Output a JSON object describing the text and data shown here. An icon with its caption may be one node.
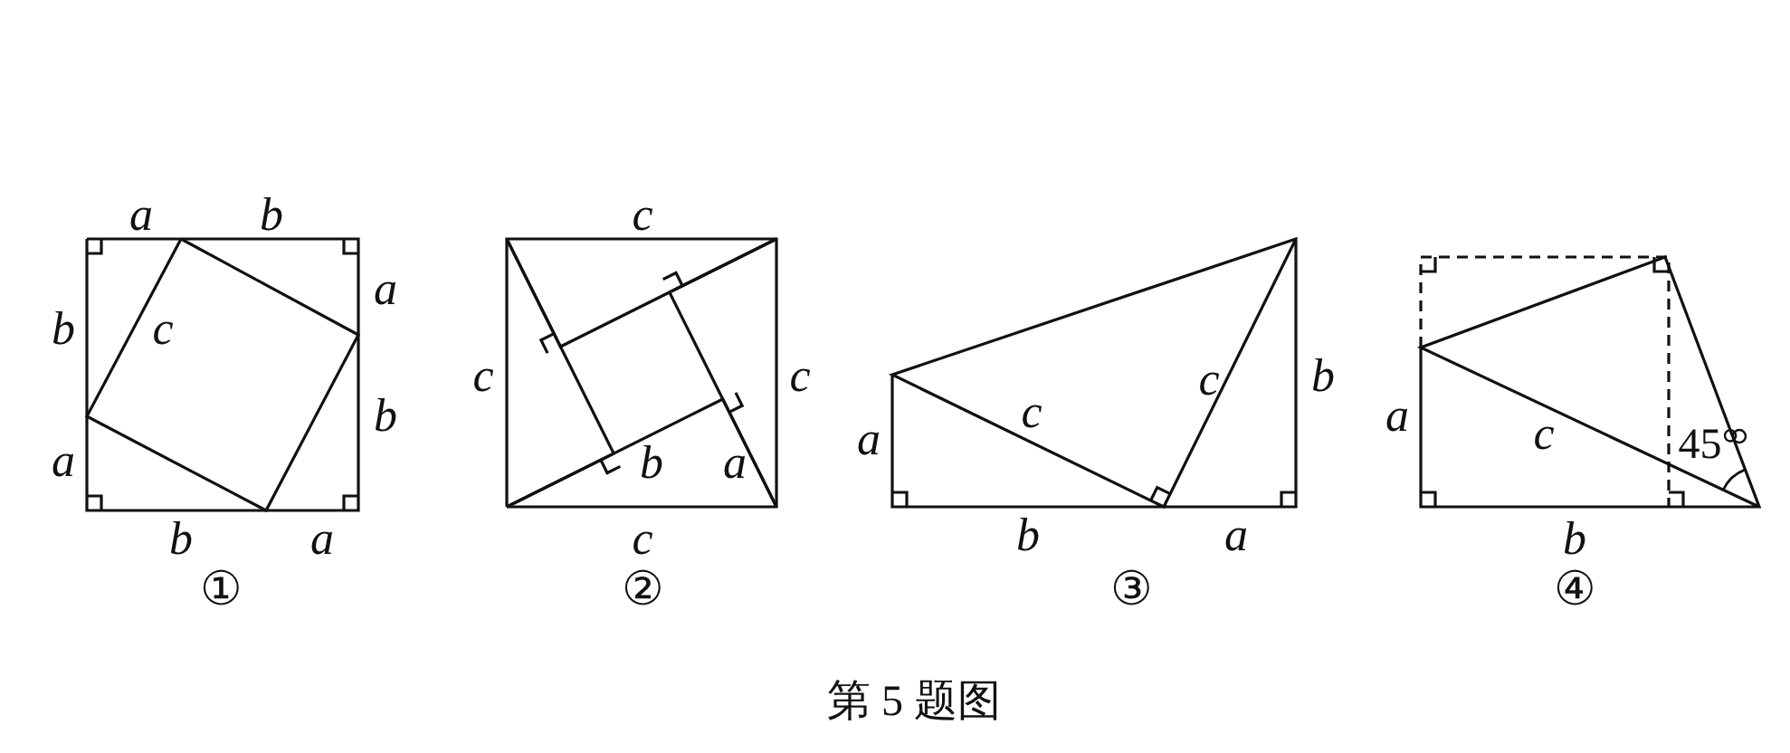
{
  "diagram": {
    "caption": "第 5 题图",
    "labels": [
      "a",
      "b",
      "a",
      "b",
      "c",
      "b",
      "a",
      "b",
      "a",
      "①",
      "c",
      "c",
      "c",
      "b",
      "a",
      "c",
      "②",
      "c",
      "c",
      "b",
      "a",
      "b",
      "a",
      "③",
      "a",
      "c",
      "45°",
      "b",
      "④"
    ]
  }
}
